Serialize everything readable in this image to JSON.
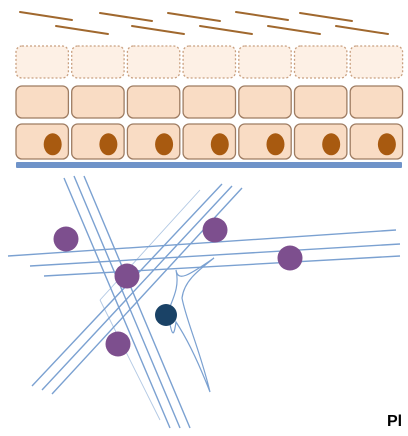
{
  "diagram": {
    "corner_label": "Pl",
    "colors": {
      "keratin_strand": "#a0682e",
      "outer_cell_fill": "#fdf0e5",
      "outer_cell_border": "#c9a080",
      "middle_cell_fill": "#f9dcc4",
      "cell_border": "#9e7c62",
      "basal_cell_fill": "#f9dcc4",
      "nucleus": "#a85a10",
      "basement_membrane": "#6f93c9",
      "fiber": "#7ba1d1",
      "purple_cell": "#7d4f8e",
      "dark_blue_cell": "#1a4266",
      "fibroblast_outline": "#7ba1d1"
    },
    "cell_columns": 7,
    "cell_layers": [
      {
        "name": "outer-layer",
        "style": "dashed",
        "has_nucleus": false
      },
      {
        "name": "middle-layer",
        "style": "solid",
        "has_nucleus": false
      },
      {
        "name": "basal-layer",
        "style": "solid",
        "has_nucleus": true
      }
    ],
    "purple_cell_count": 5,
    "dark_cell_count": 1
  }
}
